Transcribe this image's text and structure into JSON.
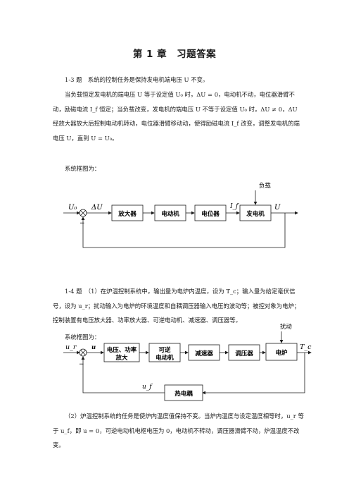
{
  "page": {
    "title": "第 1 章　习题答案"
  },
  "p13": {
    "line1": "1-3 题　系统的控制任务是保持发电机端电压 U 不变。",
    "para2": "当负载恒定发电机的端电压 U 等于设定值 U₀ 时，ΔU = 0，电动机不动，电位器滑臂不动，励磁电流 I_f 恒定；当负载改变，发电机的端电压 U 不等于设定值 U₀ 时，ΔU ≠ 0，ΔU 经放大器放大后控制电动机转动，电位器滑臂移动动，使得励磁电流 I_f 改变，调整发电机的端电压 U，直到 U = U₀。",
    "diagram_caption": "系统框图为："
  },
  "diagram1": {
    "input": "U₀",
    "error": "ΔU",
    "blocks": [
      "放大器",
      "电动机",
      "电位器",
      "发电机"
    ],
    "if_label": "I_f",
    "output": "U",
    "disturbance": "负载",
    "minus": "−"
  },
  "p14": {
    "para1": "1-4 题　（1）在炉温控制系统中，输出量为电炉内温度，设为 T_c；输入量为给定毫伏信号，设为 u_r；扰动输入为电炉的环境温度和自耦调压器输入电压的波动等；被控对象为电炉；控制装置有电压放大器、功率放大器、可逆电动机、减速器、调压器等。",
    "diagram_caption": "系统框图为：",
    "para2": "（2）炉温控制系统的任务是使炉内温度值保持不变。当炉内温度与设定温度相等时，u_r 等于 u_f，即 u = 0，可逆电动机电枢电压为 0，电动机不转动，调压器滑臂不动，炉温温度不改变。"
  },
  "diagram2": {
    "input": "u_r",
    "error": "u",
    "blocks": [
      "电压、功率放大",
      "可逆电动机",
      "减速器",
      "调压器",
      "电炉"
    ],
    "feedback_block": "热电耦",
    "feedback_signal": "u_f",
    "output": "T_c",
    "disturbance": "扰动",
    "minus": "−"
  }
}
